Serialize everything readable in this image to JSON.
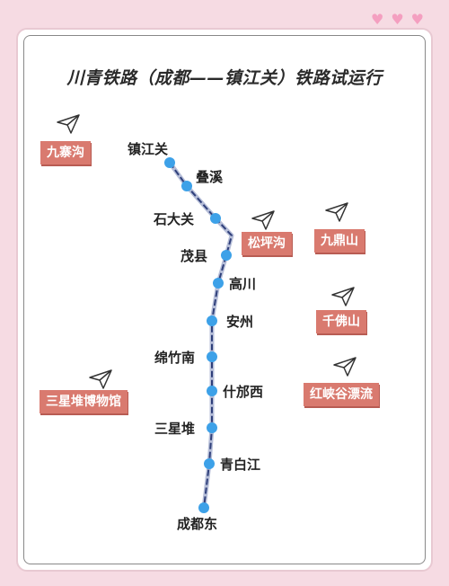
{
  "title": "川青铁路（成都——镇江关）铁路试运行",
  "colors": {
    "line": "#2f3f7a",
    "station": "#3da1e8",
    "poi_bg": "#d97a6f",
    "heart": "#f49fc0"
  },
  "decorations": {
    "hearts": [
      "♥",
      "♥",
      "♥"
    ]
  },
  "stations": [
    {
      "name": "镇江关"
    },
    {
      "name": "叠溪"
    },
    {
      "name": "石大关"
    },
    {
      "name": "茂县"
    },
    {
      "name": "高川"
    },
    {
      "name": "安州"
    },
    {
      "name": "绵竹南"
    },
    {
      "name": "什邡西"
    },
    {
      "name": "三星堆"
    },
    {
      "name": "青白江"
    },
    {
      "name": "成都东"
    }
  ],
  "attractions": [
    {
      "name": "九寨沟",
      "icon": "send-icon"
    },
    {
      "name": "松坪沟",
      "icon": "send-icon"
    },
    {
      "name": "九鼎山",
      "icon": "send-icon"
    },
    {
      "name": "千佛山",
      "icon": "send-icon"
    },
    {
      "name": "三星堆博物馆",
      "icon": "send-icon"
    },
    {
      "name": "红峡谷漂流",
      "icon": "send-icon"
    }
  ]
}
